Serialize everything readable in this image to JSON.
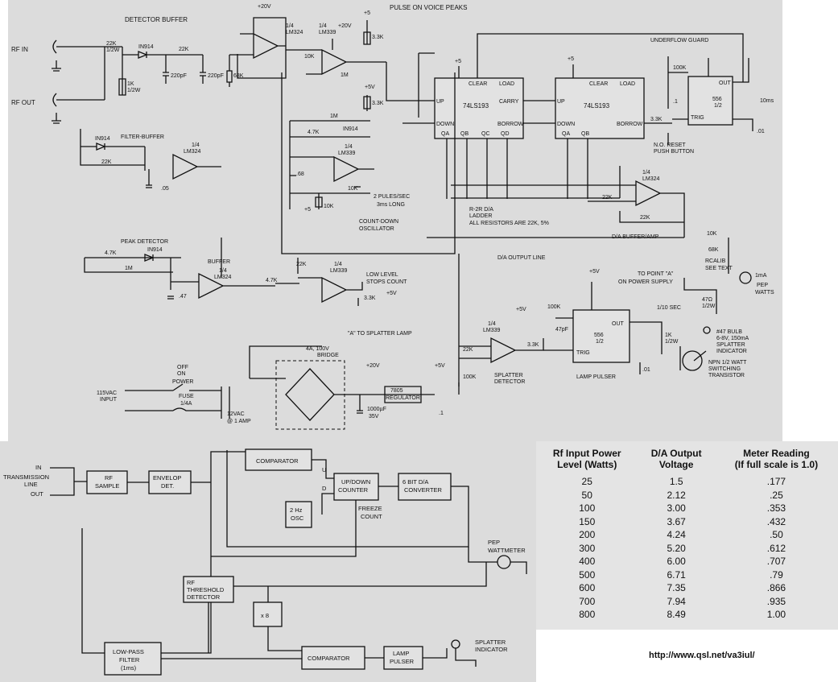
{
  "schematic": {
    "labels": {
      "detector_buffer": "DETECTOR BUFFER",
      "rf_in": "RF IN",
      "rf_out": "RF OUT",
      "r_22k_half": "22K",
      "r_22k_half_w": "1/2W",
      "r_1k": "1K",
      "r_1k_w": "1/2W",
      "d_1n914": "IN914",
      "r_22k": "22K",
      "c_220pf_a": "220pF",
      "c_220pf_b": "220pF",
      "r_68k": "68K",
      "v20": "+20V",
      "u1_quarter": "1/4",
      "u1_part": "LM324",
      "u2_quarter": "1/4",
      "u2_part": "LM339",
      "v20b": "+20V",
      "r_10k": "10K",
      "r_1m": "1M",
      "v5a": "+5",
      "r_3k3": "3.3K",
      "pulse_on_voice_peaks": "PULSE ON VOICE PEAKS",
      "underflow_guard": "UNDERFLOW GUARD",
      "filter_buffer": "FILTER-BUFFER",
      "d_1n914_b": "IN914",
      "r_22k_fb": "22K",
      "c_05": ".05",
      "u3_quarter": "1/4",
      "u3_part": "LM324",
      "v5b": "+5V",
      "r_3k3_b": "3.3K",
      "r_1m_b": "1M",
      "r_4k7": "4.7K",
      "d_1n914_c": "IN914",
      "u4_quarter": "1/4",
      "u4_part": "LM339",
      "c_68": ".68",
      "r_10k_b": "10K",
      "r_10k_c": "10K",
      "v5c": "+5",
      "two_pules": "2 PULES/SEC",
      "three_ms_long": "3ms LONG",
      "countdown_osc": "COUNT-DOWN",
      "oscillator": "OSCILLATOR",
      "counter_a": "74LS193",
      "counter_b": "74LS193",
      "clear": "CLEAR",
      "load": "LOAD",
      "up": "UP",
      "down": "DOWN",
      "carry": "CARRY",
      "borrow": "BORROW",
      "qa": "QA",
      "qb": "QB",
      "qc": "QC",
      "qd": "QD",
      "r2r_a": "R-2R D/A",
      "r2r_b": "LADDER",
      "r2r_c": "ALL RESISTORS ARE 22K, 5%",
      "u5_quarter": "1/4",
      "u5_part": "LM324",
      "r_22k_da": "22K",
      "r_22k_da2": "22K",
      "da_buffer": "D/A BUFFER/AMP",
      "chip_556a": "556",
      "chip_556a_half": "1/2",
      "out": "OUT",
      "trig": "TRIG",
      "r_100k": "100K",
      "c_1": ".1",
      "c_01": ".01",
      "r_3k3_c": "3.3K",
      "ten_ms": "10ms",
      "no_reset": "N.O. RESET",
      "push_button": "PUSH BUTTON",
      "peak_detector": "PEAK DETECTOR",
      "r_4k7_b": "4.7K",
      "d_1n914_d": "IN914",
      "r_1m_c": "1M",
      "c_47": ".47",
      "buffer": "BUFFER",
      "u6_quarter": "1/4",
      "u6_part": "LM324",
      "r_4k7_c": "4.7K",
      "r_22k_c": "22K",
      "u7_quarter": "1/4",
      "u7_part": "LM339",
      "low_level": "LOW LEVEL",
      "stops_count": "STOPS COUNT",
      "r_3k3_d": "3.3K",
      "v5d": "+5V",
      "da_output_line": "D/A OUTPUT LINE",
      "r_10k_d": "10K",
      "r_68k_b": "68K",
      "rcalib": "RCALIB",
      "see_text": "SEE TEXT",
      "ma": "1mA",
      "pep": "PEP",
      "watts": "WATTS",
      "to_point_a": "TO POINT \"A\"",
      "on_power_supply": "ON POWER SUPPLY",
      "a_splatter": "\"A\" TO SPLATTER LAMP",
      "bridge_a": "4A, 100V",
      "bridge_b": "BRIDGE",
      "off": "OFF",
      "on": "ON",
      "power": "POWER",
      "ac_in_a": "115VAC",
      "ac_in_b": "INPUT",
      "fuse": "FUSE",
      "fuse_b": "1/4A",
      "xfmr_a": "12VAC",
      "xfmr_b": "@ 1 AMP",
      "v20c": "+20V",
      "regulator_a": "7805",
      "regulator_b": "REGULATOR",
      "v5e": "+5V",
      "cap_1000": "1000µF",
      "cap_35v": "35V",
      "c_1b": ".1",
      "v5f": "+5V",
      "u8_quarter": "1/4",
      "u8_part": "LM339",
      "r_22k_e": "22K",
      "r_100k_b": "100K",
      "r_3k3_e": "3.3K",
      "splatter_detector_a": "SPLATTER",
      "splatter_detector_b": "DETECTOR",
      "v5g": "+5V",
      "r_100k_c": "100K",
      "c_47pf": "47pF",
      "chip_556b": "556",
      "chip_556b_half": "1/2",
      "lamp_pulser": "LAMP PULSER",
      "c_01b": ".01",
      "one_tenth_sec": "1/10 SEC",
      "r_1k_b": "1K",
      "r_1k_b_w": "1/2W",
      "r_47": "47Ω",
      "r_47_w": "1/2W",
      "bulb_a": "#47 BULB",
      "bulb_b": "6-8V, 150mA",
      "bulb_c": "SPLATTER",
      "bulb_d": "INDICATOR",
      "npn_a": "NPN 1/2 WATT",
      "npn_b": "SWITCHING",
      "npn_c": "TRANSISTOR"
    }
  },
  "block_diagram": {
    "in": "IN",
    "transmission_line": "TRANSMISSION",
    "line": "LINE",
    "out": "OUT",
    "rf_sample_a": "RF",
    "rf_sample_b": "SAMPLE",
    "envelop_a": "ENVELOP",
    "envelop_b": "DET.",
    "comparator_top": "COMPARATOR",
    "u": "U",
    "d": "D",
    "updown_a": "UP/DOWN",
    "updown_b": "COUNTER",
    "dac_a": "6 BIT  D/A",
    "dac_b": "CONVERTER",
    "osc_a": "2 Hz",
    "osc_b": "OSC",
    "freeze_a": "FREEZE",
    "freeze_b": "COUNT",
    "pep_a": "PEP",
    "pep_b": "WATTMETER",
    "threshold_a": "RF",
    "threshold_b": "THRESHOLD",
    "threshold_c": "DETECTOR",
    "x8": "x 8",
    "lowpass_a": "LOW-PASS",
    "lowpass_b": "FILTER",
    "lowpass_c": "(1ms)",
    "comparator_bottom": "COMPARATOR",
    "lamp_a": "LAMP",
    "lamp_b": "PULSER",
    "splatter_a": "SPLATTER",
    "splatter_b": "INDICATOR"
  },
  "power_table": {
    "headers": [
      [
        "Rf Input Power",
        "Level (Watts)"
      ],
      [
        "D/A Output",
        "Voltage"
      ],
      [
        "Meter Reading",
        "(If full scale is 1.0)"
      ]
    ],
    "rows": [
      [
        "25",
        "1.5",
        ".177"
      ],
      [
        "50",
        "2.12",
        ".25"
      ],
      [
        "100",
        "3.00",
        ".353"
      ],
      [
        "150",
        "3.67",
        ".432"
      ],
      [
        "200",
        "4.24",
        ".50"
      ],
      [
        "300",
        "5.20",
        ".612"
      ],
      [
        "400",
        "6.00",
        ".707"
      ],
      [
        "500",
        "6.71",
        ".79"
      ],
      [
        "600",
        "7.35",
        ".866"
      ],
      [
        "700",
        "7.94",
        ".935"
      ],
      [
        "800",
        "8.49",
        "1.00"
      ]
    ]
  },
  "footer": {
    "url": "http://www.qsl.net/va3iul/"
  }
}
